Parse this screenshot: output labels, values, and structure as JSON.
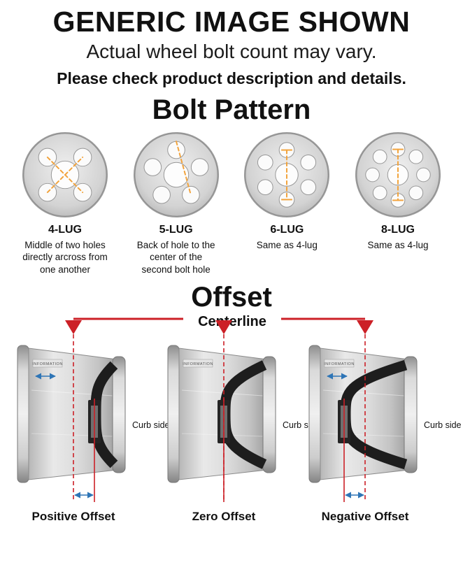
{
  "header": {
    "title": "GENERIC IMAGE SHOWN",
    "subtitle": "Actual wheel bolt count may vary.",
    "note": "Please check product description and details."
  },
  "bolt_pattern": {
    "title": "Bolt Pattern",
    "items": [
      {
        "label": "4-LUG",
        "holes": 4,
        "description": "Middle of two holes directly arcross from one another"
      },
      {
        "label": "5-LUG",
        "holes": 5,
        "description": "Back of hole to the center of the second bolt hole"
      },
      {
        "label": "6-LUG",
        "holes": 6,
        "description": "Same as 4-lug"
      },
      {
        "label": "8-LUG",
        "holes": 8,
        "description": "Same as 4-lug"
      }
    ]
  },
  "offset": {
    "title": "Offset",
    "centerline_label": "Centerline",
    "stamp_label": "INFORMATION",
    "items": [
      {
        "label": "Positive Offset",
        "curb_label": "Curb side",
        "direction": "positive"
      },
      {
        "label": "Zero Offset",
        "curb_label": "Curb side",
        "direction": "zero"
      },
      {
        "label": "Negative Offset",
        "curb_label": "Curb side",
        "direction": "negative"
      }
    ],
    "colors": {
      "centerline_red": "#cc2027",
      "measurement_orange": "#f2a33c",
      "dimension_blue": "#2e75b6"
    }
  }
}
